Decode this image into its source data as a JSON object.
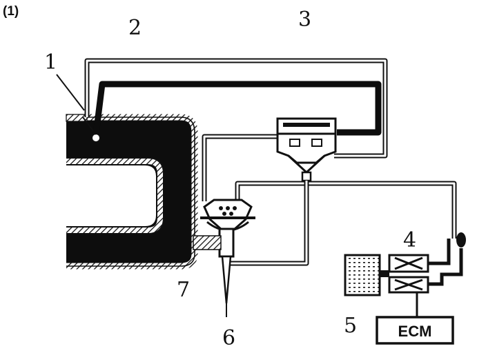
{
  "figure_tag": "(1)",
  "callouts": {
    "c1": "1",
    "c2": "2",
    "c3": "3",
    "c4": "4",
    "c5": "5",
    "c6": "6",
    "c7": "7"
  },
  "ecm_box": {
    "label": "ECM"
  }
}
